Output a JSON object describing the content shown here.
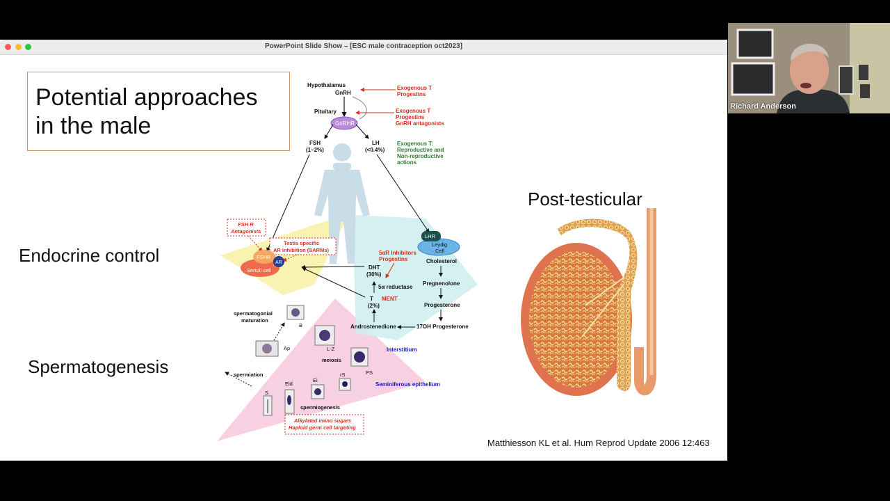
{
  "window": {
    "title": "PowerPoint Slide Show – [ESC male contraception oct2023]"
  },
  "slide": {
    "title_line1": "Potential approaches",
    "title_line2": "in the male",
    "label_endocrine": "Endocrine control",
    "label_spermatogenesis": "Spermatogenesis",
    "label_post_testicular": "Post-testicular",
    "citation": "Matthiesson KL et al. Hum Reprod Update 2006 12:463"
  },
  "diagram": {
    "hypothalamus": "Hypothalamus",
    "gnrh": "GnRH",
    "pituitary": "Pituitary",
    "gnrhr": "GnRHR",
    "fsh": "FSH",
    "fsh_pct": "(1–2%)",
    "lh": "LH",
    "lh_pct": "(<0.4%)",
    "ann1_line1": "Exogenous T",
    "ann1_line2": "Progestins",
    "ann2_line1": "Exogenous T",
    "ann2_line2": "Progestins",
    "ann2_line3": "GnRH antagonists",
    "ann3_line1": "Exogenous T:",
    "ann3_line2": "Reproductive and",
    "ann3_line3": "Non-reproductive",
    "ann3_line4": "actions",
    "fshr_ant_line1": "FSH R",
    "fshr_ant_line2": "Antagonists",
    "testis_line1": "Testis specific",
    "testis_line2": "AR inhibition (SARMs)",
    "fshr": "FSHR",
    "ar": "AR",
    "sertoli": "Sertoli cell",
    "lhr": "LHR",
    "leydig_line1": "Leydig",
    "leydig_line2": "Cell",
    "cholesterol": "Cholesterol",
    "pregnenolone": "Pregnenolone",
    "progesterone": "Progesterone",
    "ohprog": "17OH Progesterone",
    "androstenedione": "Androstenedione",
    "t": "T",
    "t_pct": "(2%)",
    "dht": "DHT",
    "dht_pct": "(30%)",
    "reductase": "5α reductase",
    "ment": "MENT",
    "inhib_line1": "5αR Inhibitors",
    "inhib_line2": "Progestins",
    "interstitium": "Interstitium",
    "seminiferous": "Seminiferous epithelium",
    "sperm_maturation_line1": "spermatogonial",
    "sperm_maturation_line2": "maturation",
    "b": "B",
    "ap": "Ap",
    "lz": "L-Z",
    "meiosis": "meiosis",
    "ps": "PS",
    "spermiation": "spermiation",
    "eld": "Eld",
    "ei": "Ei",
    "rs": "rS",
    "s": "S",
    "spermiogenesis": "spermiogenesis",
    "alk_line1": "Alkylated imino sugars",
    "alk_line2": "Haploid germ cell targeting"
  },
  "video": {
    "participant_name": "Richard Anderson"
  },
  "colors": {
    "red_annotation": "#d92c1f",
    "green_annotation": "#2e7d2e",
    "blue_label": "#1a1ab8",
    "title_border": "#c8956b"
  }
}
